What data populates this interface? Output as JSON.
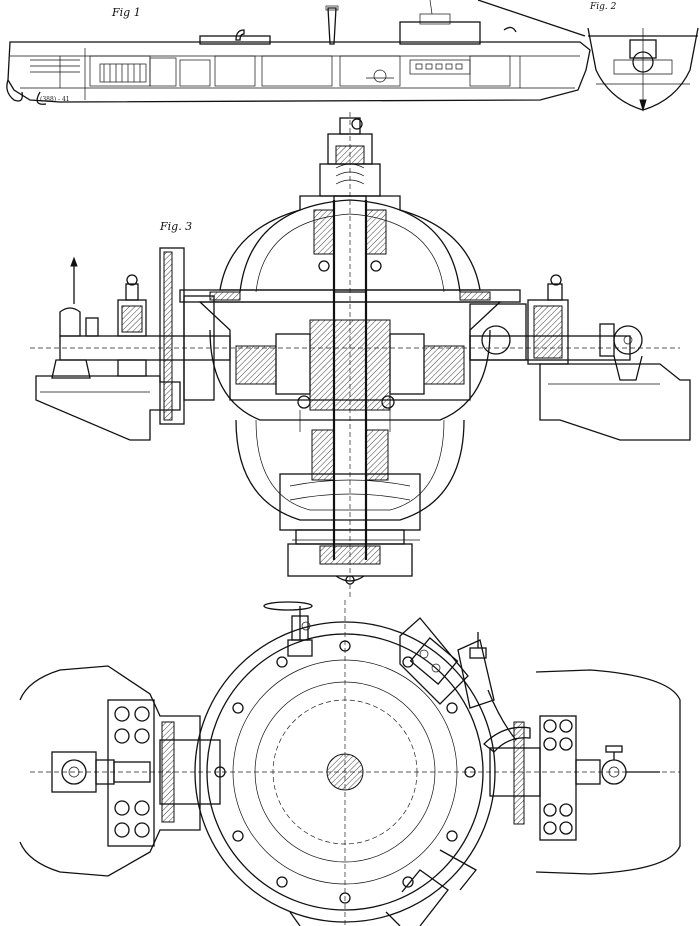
{
  "figure_labels": {
    "fig1": "Fig 1",
    "fig2": "Fig. 2",
    "fig3": "Fig. 3",
    "drawing_number": "(388) - 41"
  },
  "palette": {
    "ink": "#111111",
    "paper": "#ffffff"
  }
}
